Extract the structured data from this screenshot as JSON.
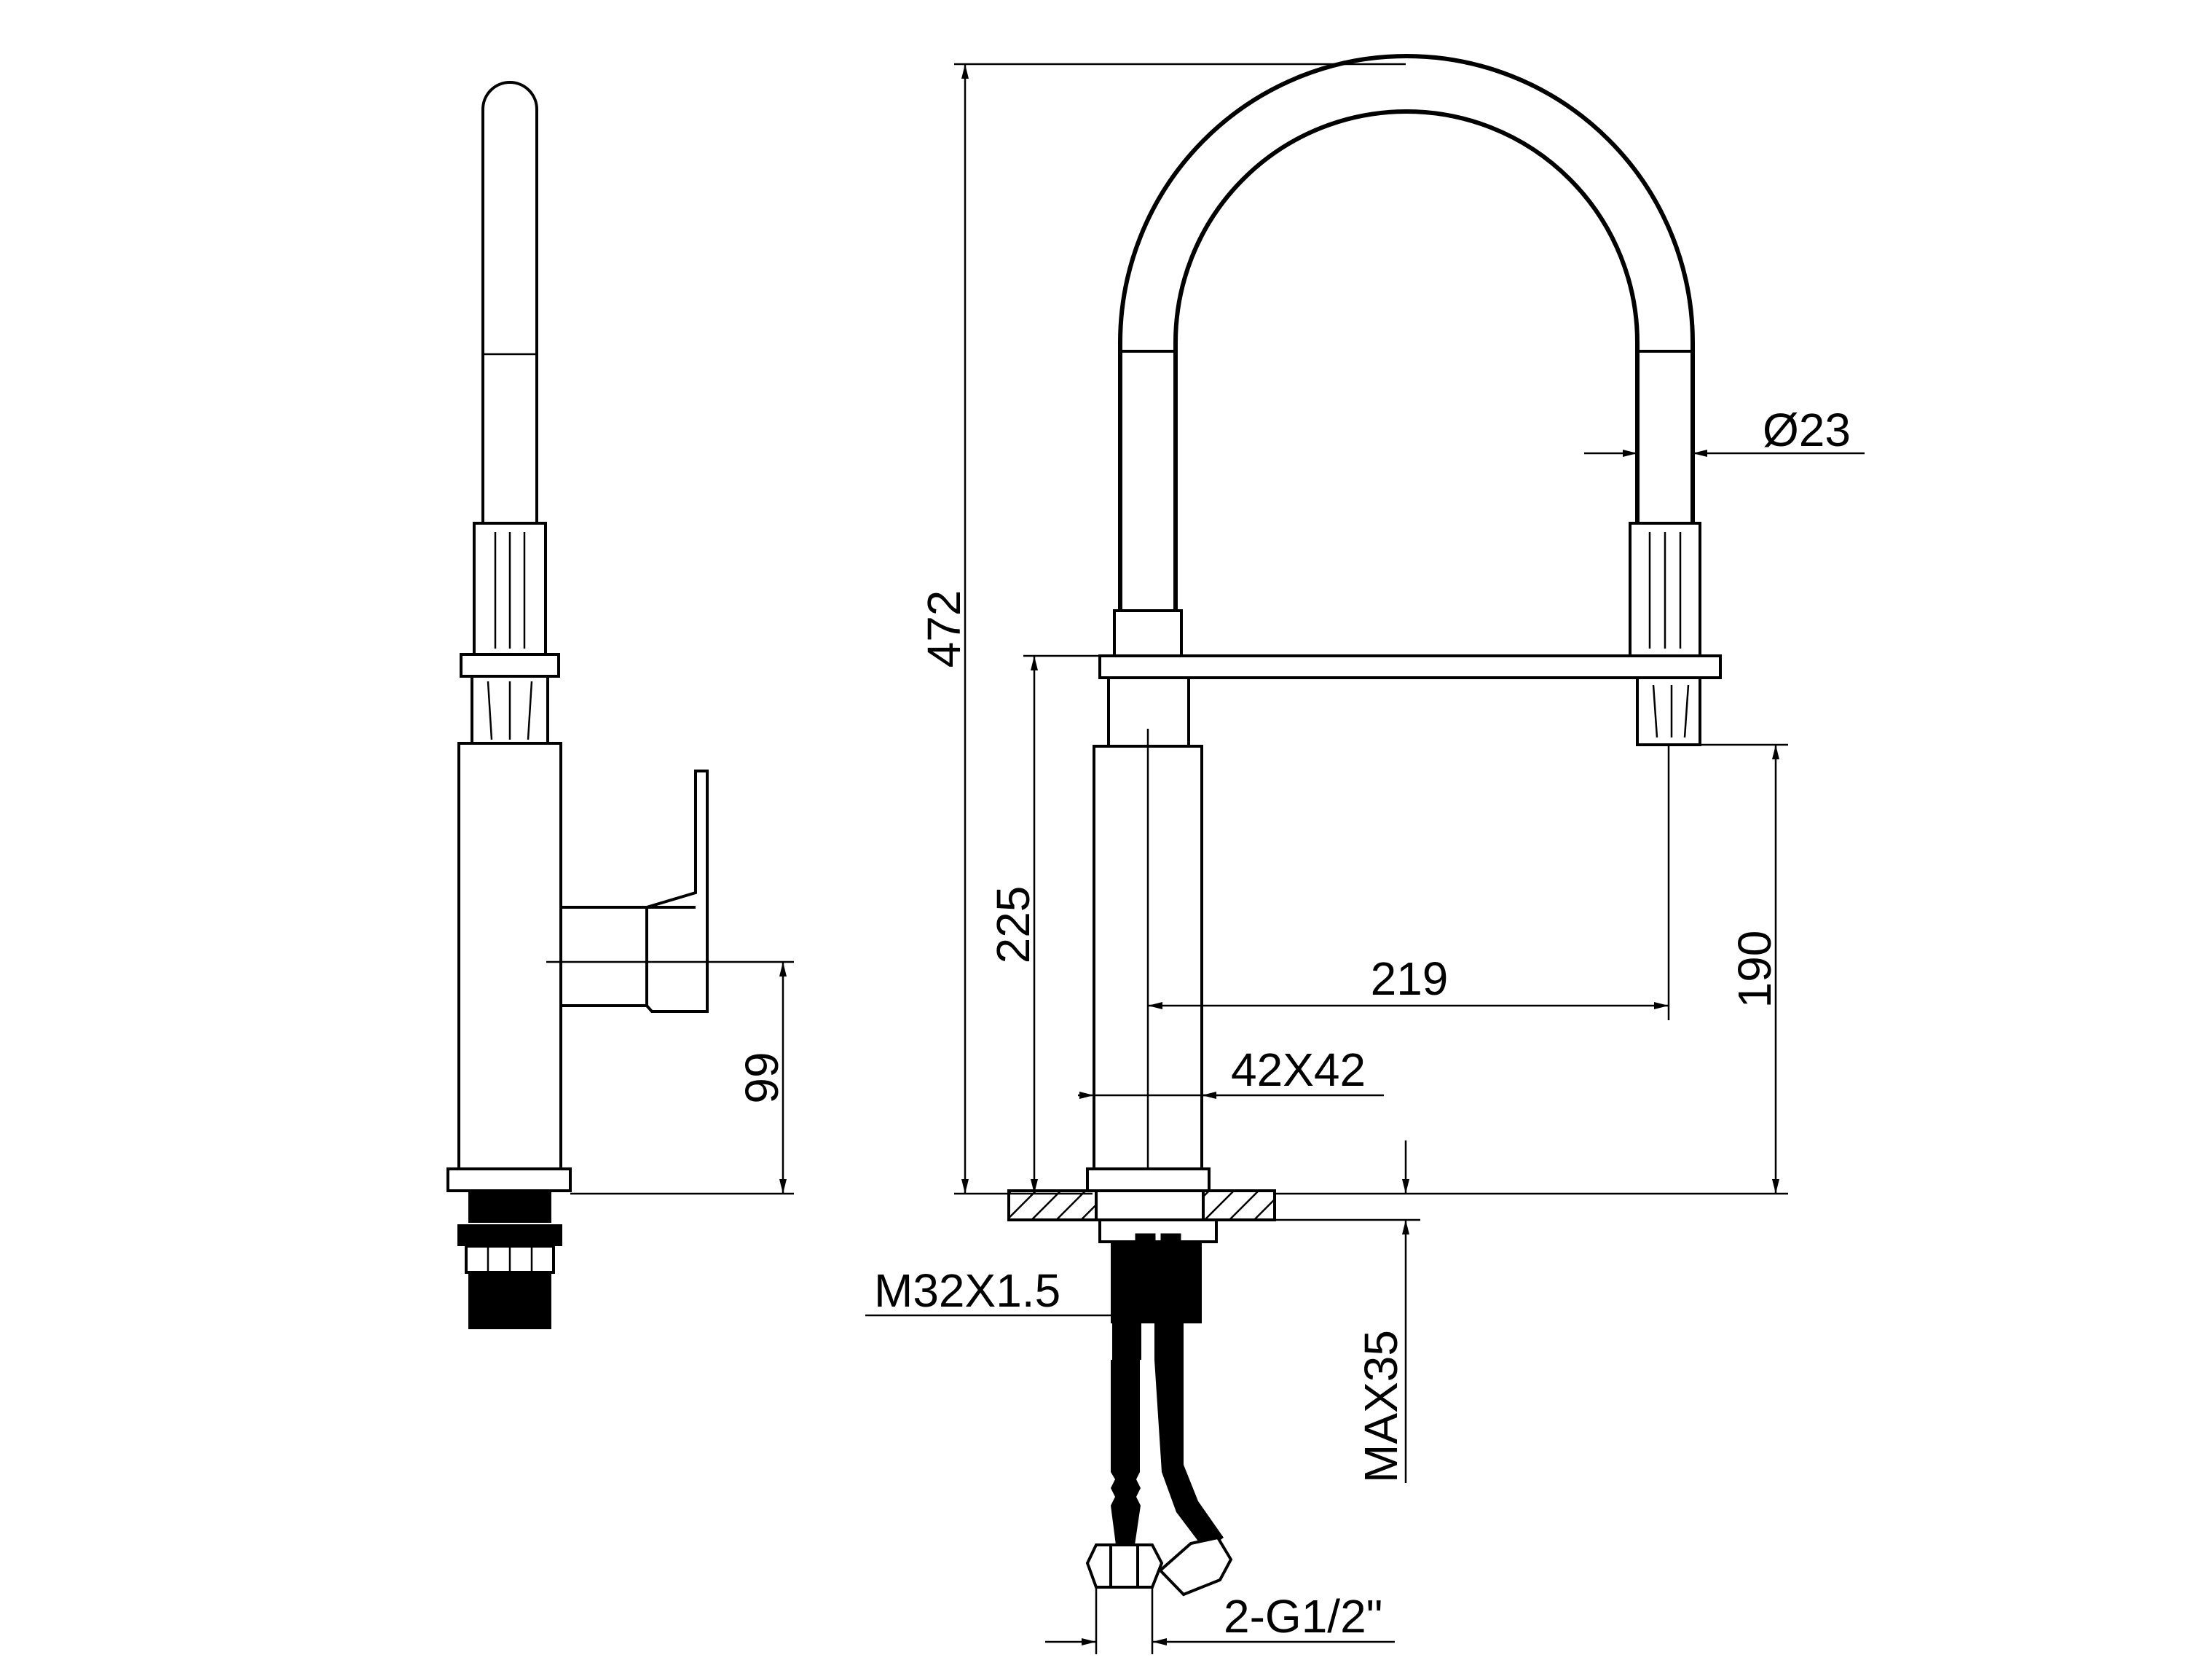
{
  "dimensions": {
    "total_height": "472",
    "body_height": "225",
    "hose_diameter": "Ø23",
    "reach": "219",
    "spout_height": "190",
    "body_section": "42X42",
    "handle_height": "99",
    "mount_thread": "M32X1.5",
    "max_deck_thickness": "MAX35",
    "inlet_connections": "2-G1/2\""
  },
  "colors": {
    "line": "#000000",
    "background": "#ffffff"
  }
}
